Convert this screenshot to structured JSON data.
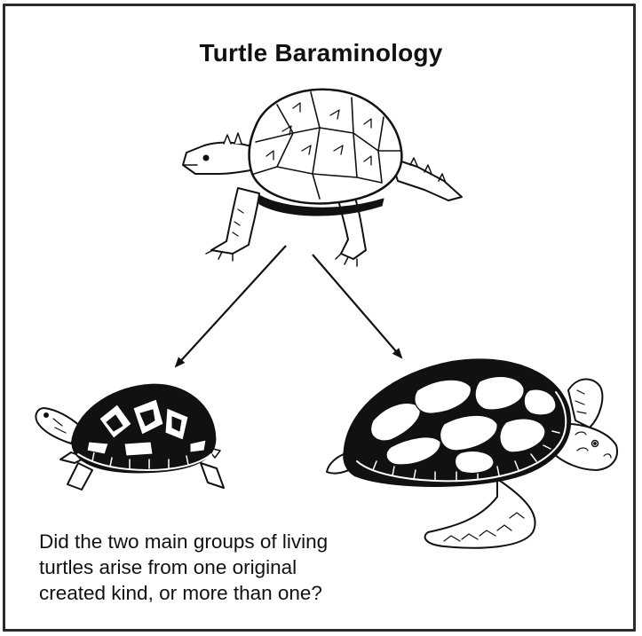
{
  "title": "Turtle Baraminology",
  "question_lines": [
    "Did the two main groups of living",
    "turtles arise from one original",
    "created kind, or more than one?"
  ],
  "colors": {
    "ink": "#111111",
    "frame": "#2b2b2b",
    "paper": "#ffffff"
  },
  "icons": {
    "ancestor": "snapping-turtle-icon",
    "left_descendant": "box-turtle-icon",
    "right_descendant": "sea-turtle-icon"
  }
}
